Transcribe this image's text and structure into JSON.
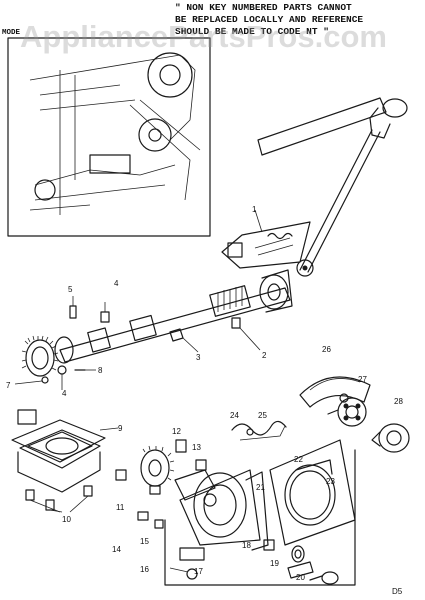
{
  "header": {
    "model_label": "MODE",
    "note_lines": [
      "\" NON KEY NUMBERED PARTS CANNOT",
      "BE REPLACED LOCALLY AND REFERENCE",
      "SHOULD BE MADE TO CODE NT \""
    ]
  },
  "watermark": "AppliancePartsPros.com",
  "page_id": "D5",
  "part_labels": [
    "1",
    "2",
    "3",
    "4",
    "5",
    "7",
    "8",
    "9",
    "10",
    "11",
    "12",
    "13",
    "14",
    "15",
    "16",
    "17",
    "18",
    "19",
    "20",
    "21",
    "22",
    "23",
    "24",
    "25",
    "26",
    "27",
    "28",
    "4"
  ]
}
